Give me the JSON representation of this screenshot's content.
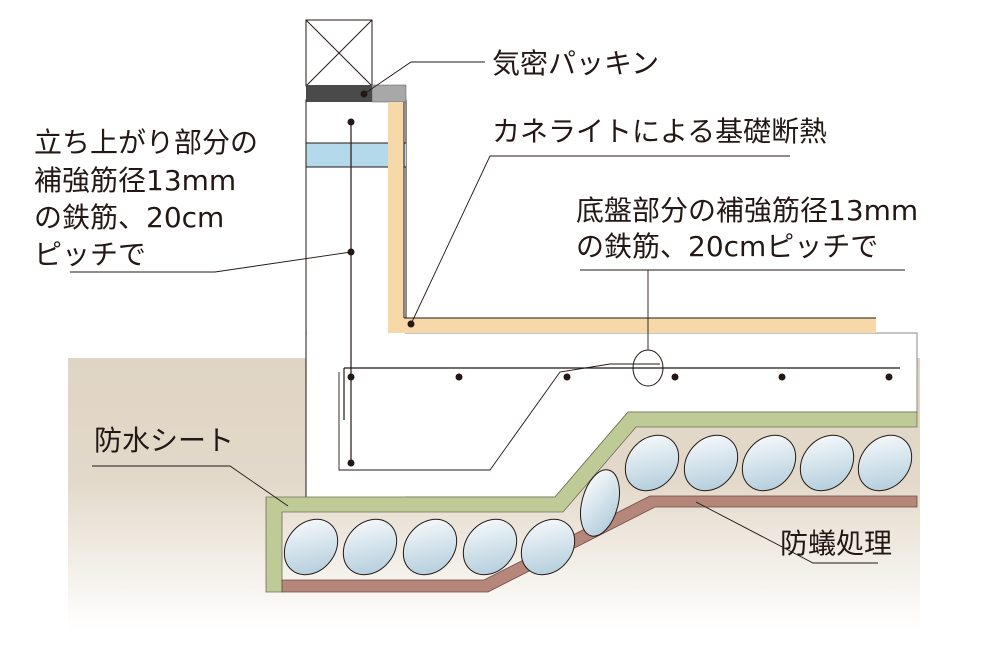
{
  "diagram": {
    "title": "基礎断面図",
    "labels": {
      "airtight_packing": "気密パッキン",
      "insulation": "カネライトによる基礎断熱",
      "wall_rebar": [
        "立ち上がり部分の",
        "補強筋径13mm",
        "の鉄筋、20cm",
        "ピッチで"
      ],
      "slab_rebar": [
        "底盤部分の補強筋径13mm",
        "の鉄筋、20cmピッチで"
      ],
      "waterproof_sheet": "防水シート",
      "termite_treatment": "防蟻処理"
    },
    "colors": {
      "ground": "#e0d5c4",
      "insulation": "#f7d8a8",
      "waterproof_sheet": "#bfcb96",
      "termite_layer": "#b5877a",
      "packing": "#4a4a4a",
      "packing_light": "#a8a8a8",
      "blue_band": "#b3d9ea",
      "stone": "#c8dde8",
      "line": "#231815"
    }
  }
}
